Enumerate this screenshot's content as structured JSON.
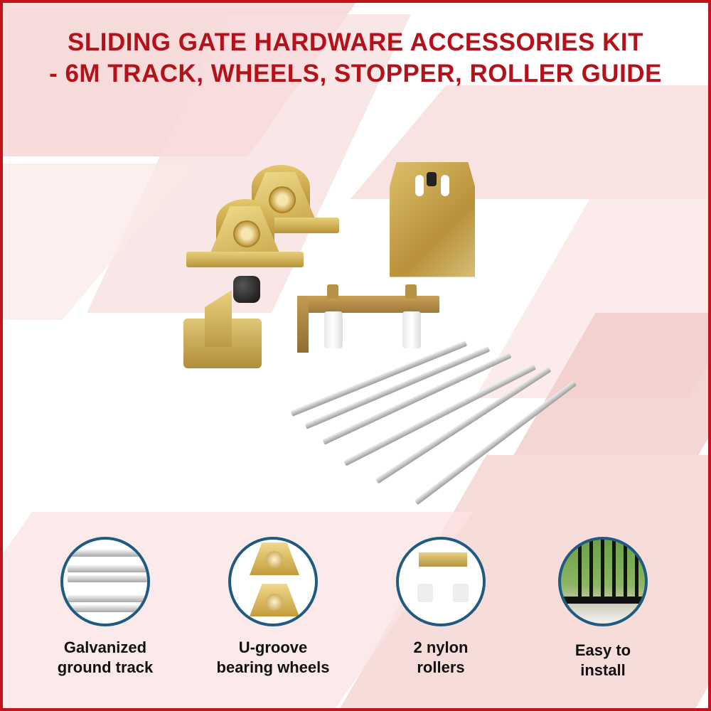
{
  "title": {
    "line1": "SLIDING GATE HARDWARE ACCESSORIES KIT",
    "line2": "- 6M TRACK, WHEELS, STOPPER, ROLLER GUIDE"
  },
  "colors": {
    "title": "#b3121b",
    "border": "#c0141a",
    "feature_ring": "#1f5a80",
    "background_accent": "#f4d4d2"
  },
  "product_image": {
    "components": [
      "2 u-groove wheels",
      "gate roller guide bracket",
      "gate stopper with rubber bumper",
      "nylon roller guide",
      "6 galvanized track sections"
    ]
  },
  "features": [
    {
      "icon": "ground-track-icon",
      "line1": "Galvanized",
      "line2": "ground track"
    },
    {
      "icon": "bearing-wheels-icon",
      "line1": "U-groove",
      "line2": "bearing wheels"
    },
    {
      "icon": "nylon-rollers-icon",
      "line1": "2 nylon",
      "line2": "rollers"
    },
    {
      "icon": "gate-install-icon",
      "line1": "Easy to",
      "line2": "install"
    }
  ]
}
